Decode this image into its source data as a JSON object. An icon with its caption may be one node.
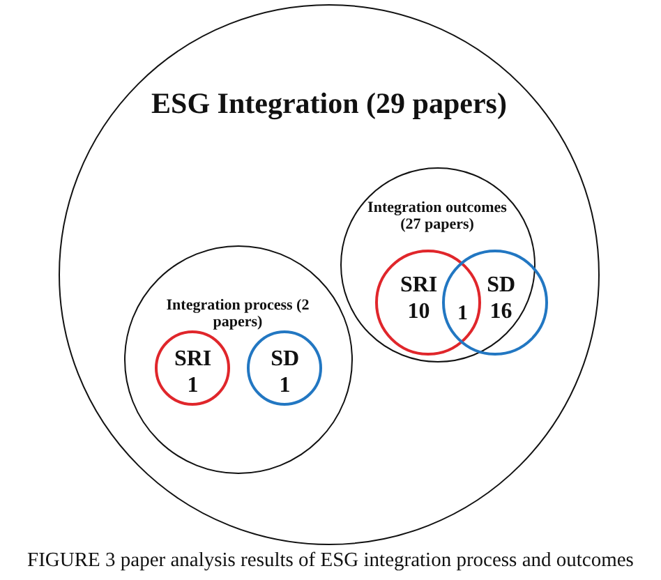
{
  "diagram": {
    "caption": "FIGURE 3 paper analysis results of ESG integration process and outcomes",
    "nodes": [
      {
        "text": [
          "ESG Integration (29 papers)"
        ]
      },
      {
        "text": [
          "Integration outcomes (27 papers)"
        ],
        "in": 0
      },
      {
        "text": [
          "SRI 10"
        ],
        "in": 1
      },
      {
        "text": [
          "SD 16"
        ],
        "in": 1
      },
      {
        "text": [
          "Integration process (2 papers)"
        ],
        "in": 0
      },
      {
        "text": [
          "SRI 1"
        ],
        "in": 4
      },
      {
        "text": [
          "SD 1"
        ],
        "in": 4
      }
    ],
    "labels": [
      "1"
    ]
  }
}
